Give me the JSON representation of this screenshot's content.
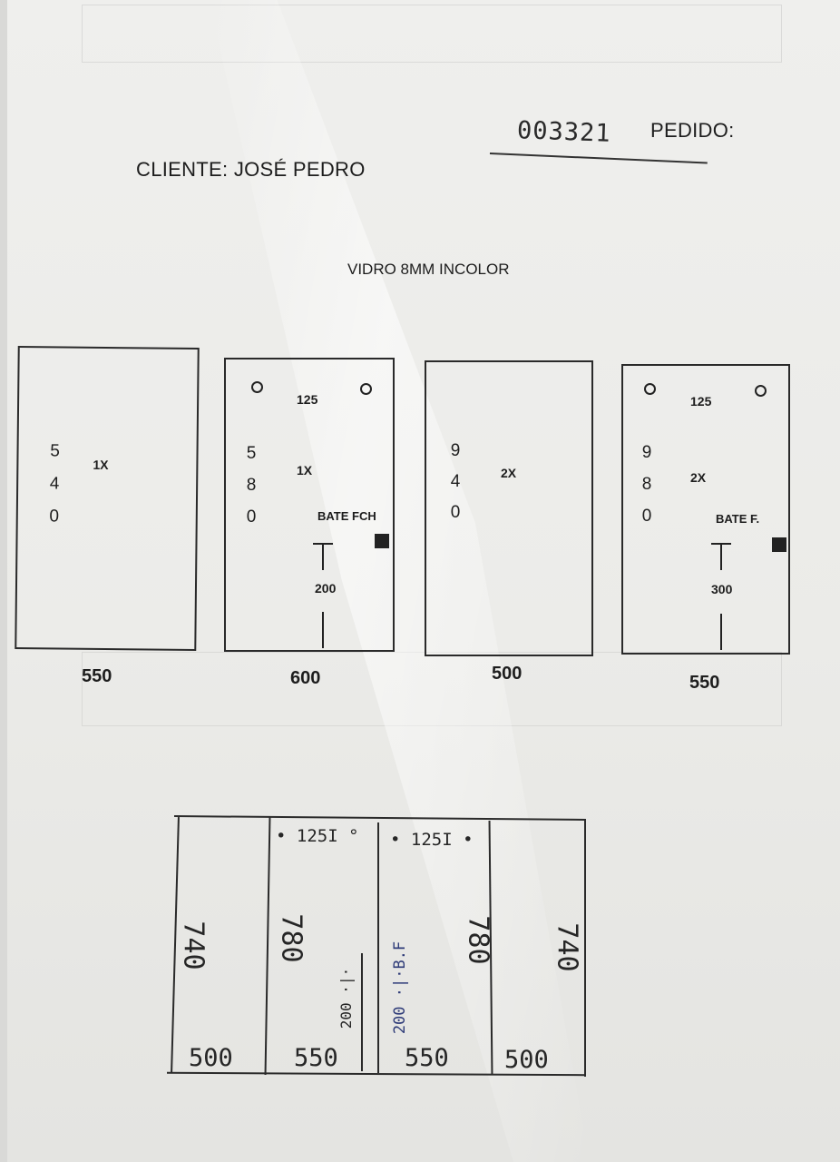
{
  "order": {
    "pedido_label": "PEDIDO:",
    "pedido_number": "003321",
    "cliente": "CLIENTE: JOSÉ PEDRO",
    "material": "VIDRO 8MM INCOLOR"
  },
  "panels": [
    {
      "height_digits": [
        "5",
        "4",
        "0"
      ],
      "qty": "1X",
      "width": "550"
    },
    {
      "height_digits": [
        "5",
        "8",
        "0"
      ],
      "qty": "1X",
      "width": "600",
      "top_dim": "125",
      "lock_label": "BATE FCH",
      "handle_dim": "200"
    },
    {
      "height_digits": [
        "9",
        "4",
        "0"
      ],
      "qty": "2X",
      "width": "500"
    },
    {
      "height_digits": [
        "9",
        "8",
        "0"
      ],
      "qty": "2X",
      "width": "550",
      "top_dim": "125",
      "lock_label": "BATE F.",
      "handle_dim": "300"
    }
  ],
  "sketch": {
    "heights": [
      "740",
      "780",
      "780",
      "740"
    ],
    "widths": [
      "500",
      "550",
      "550",
      "500"
    ],
    "top_notes": [
      "125I",
      "125I"
    ],
    "side_notes": [
      "200 ·|·",
      "200 ·|·B.F"
    ]
  }
}
